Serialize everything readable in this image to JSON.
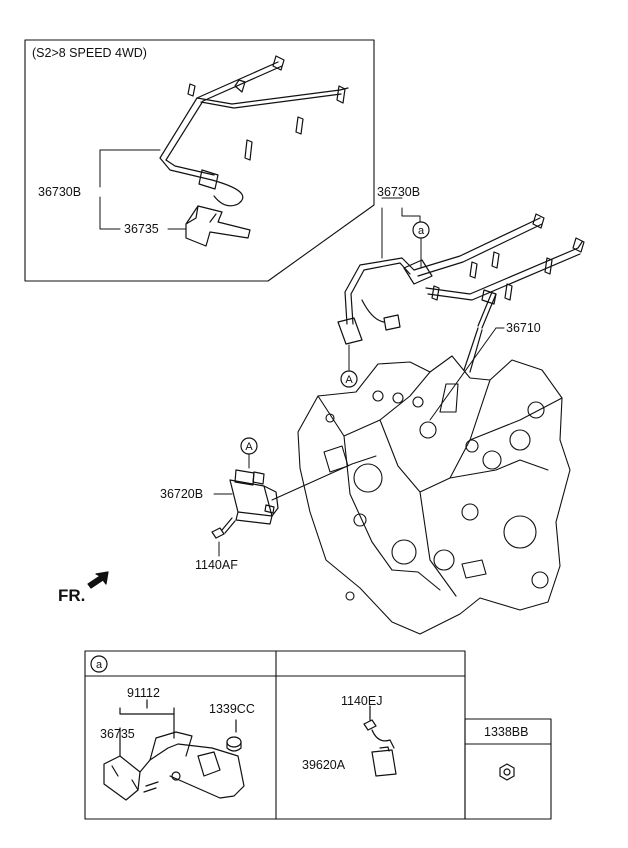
{
  "inset_note": "(S2>8 SPEED 4WD)",
  "labels": {
    "inset_harness": "36730B",
    "inset_bracket": "36735",
    "main_harness": "36730B",
    "sensor": "36710",
    "module": "36720B",
    "bolt": "1140AF",
    "front_arrow": "FR."
  },
  "markers": {
    "a_lower": "a",
    "A_upper": "A",
    "A_lower": "A"
  },
  "table": {
    "marker": "a",
    "bracket_group": "91112",
    "bracket": "36735",
    "nut_cc": "1339CC",
    "bolt_ej": "1140EJ",
    "sensor_unit": "39620A",
    "header_bb": "1338BB"
  }
}
